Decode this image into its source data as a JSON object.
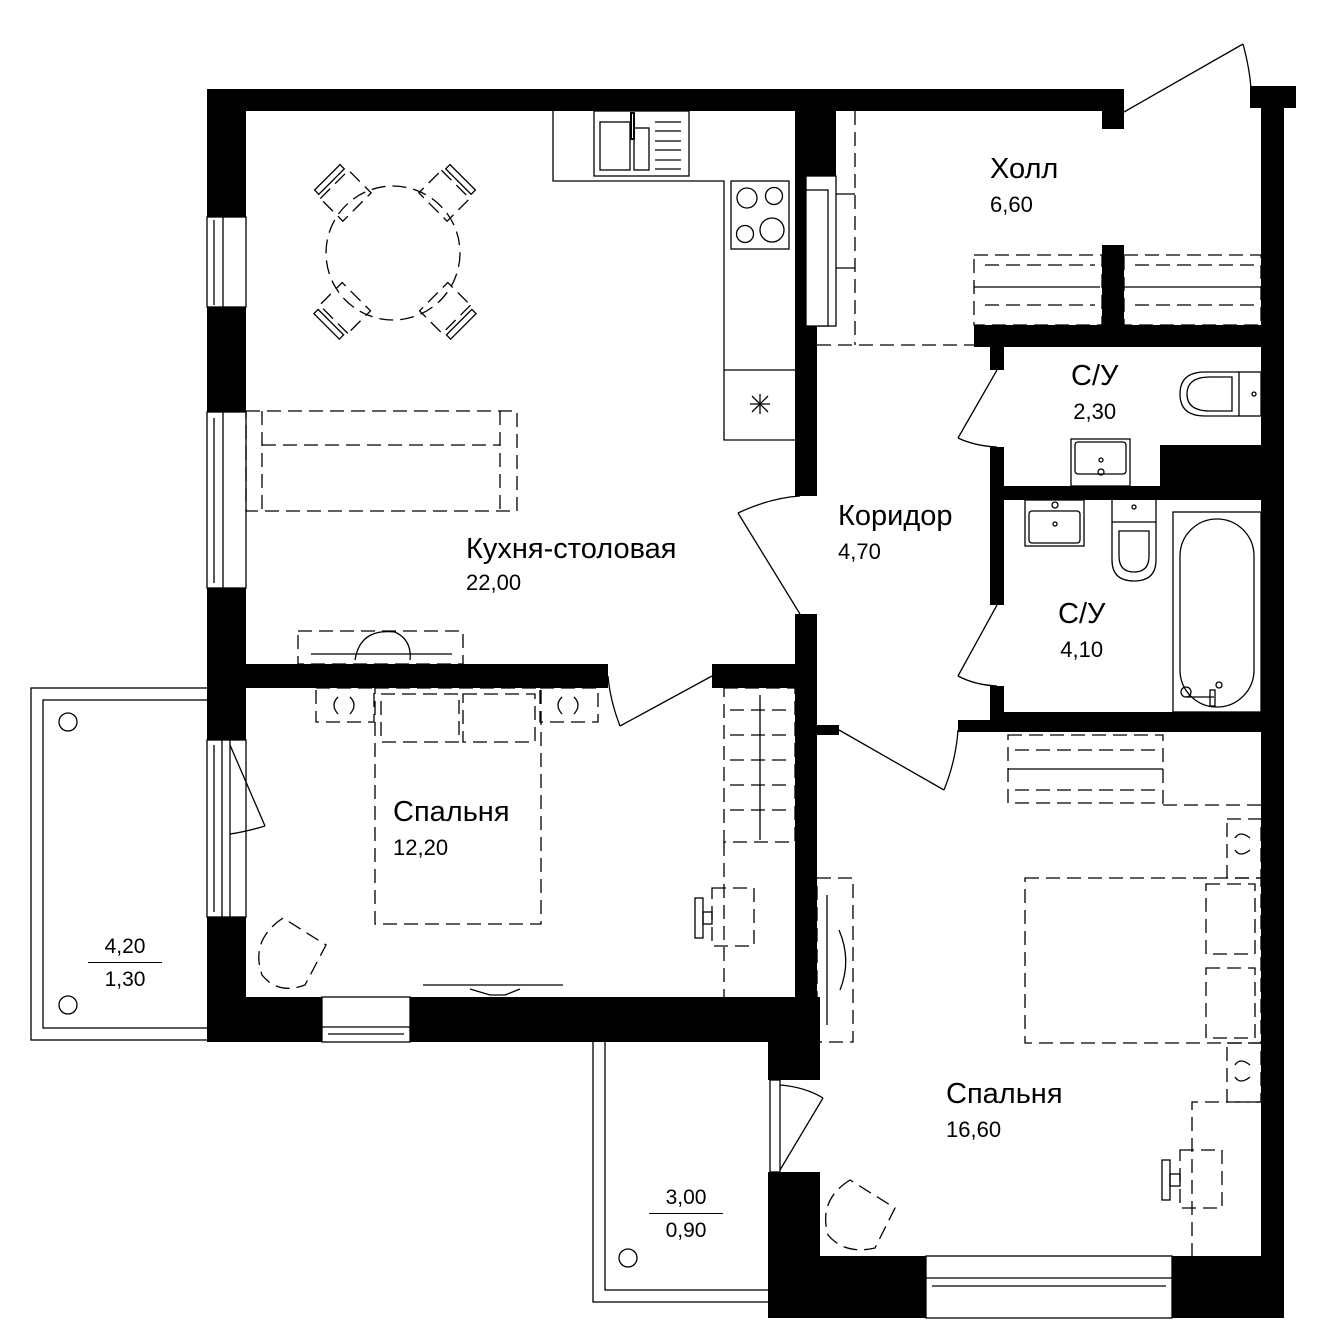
{
  "plan": {
    "colors": {
      "wall": "#000000",
      "line": "#000000",
      "background": "#ffffff"
    },
    "rooms": [
      {
        "id": "kitchen",
        "name": "Кухня-столовая",
        "area": "22,00"
      },
      {
        "id": "hall",
        "name": "Холл",
        "area": "6,60"
      },
      {
        "id": "corridor",
        "name": "Коридор",
        "area": "4,70"
      },
      {
        "id": "wc-small",
        "name": "С/У",
        "area": "2,30"
      },
      {
        "id": "wc-large",
        "name": "С/У",
        "area": "4,10"
      },
      {
        "id": "bedroom-small",
        "name": "Спальня",
        "area": "12,20"
      },
      {
        "id": "bedroom-large",
        "name": "Спальня",
        "area": "16,60"
      }
    ],
    "balconies": [
      {
        "id": "balcony-left",
        "area_total": "4,20",
        "area_reduced": "1,30"
      },
      {
        "id": "balcony-bottom",
        "area_total": "3,00",
        "area_reduced": "0,90"
      }
    ],
    "icons": [
      "entrance-door-icon",
      "sink-icon",
      "stove-icon",
      "vent-icon",
      "dining-table-icon",
      "chair-icon",
      "sofa-icon",
      "tv-icon",
      "wardrobe-icon",
      "bed-icon",
      "nightstand-icon",
      "desk-icon",
      "armchair-icon",
      "toilet-icon",
      "washbasin-icon",
      "bathtub-icon",
      "window-icon",
      "door-icon"
    ]
  }
}
